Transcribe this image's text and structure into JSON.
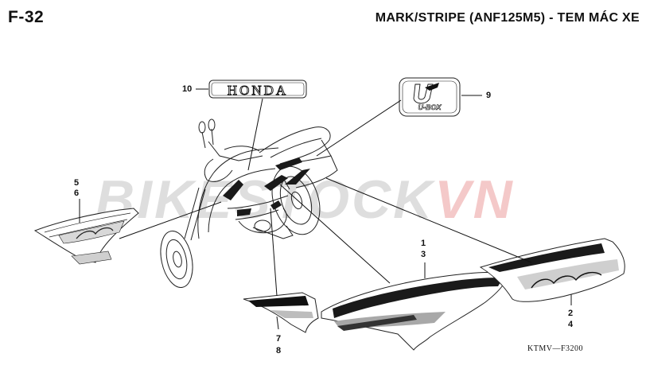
{
  "header": {
    "page_code": "F-32",
    "title": "MARK/STRIPE (ANF125M5) - TEM MÁC XE"
  },
  "watermark": {
    "part1": "BIKESTOCK",
    "part2": "VN",
    "color_gray": "#9a9a9a",
    "color_red": "#e05a5a"
  },
  "callouts": {
    "c1": "1",
    "c3": "3",
    "c2": "2",
    "c4": "4",
    "c5": "5",
    "c6": "6",
    "c7": "7",
    "c8": "8",
    "c9": "9",
    "c10": "10"
  },
  "emblems": {
    "honda_text": "HONDA",
    "ubox_text": "U-BOX"
  },
  "drawing_code": "KTMV—F3200"
}
